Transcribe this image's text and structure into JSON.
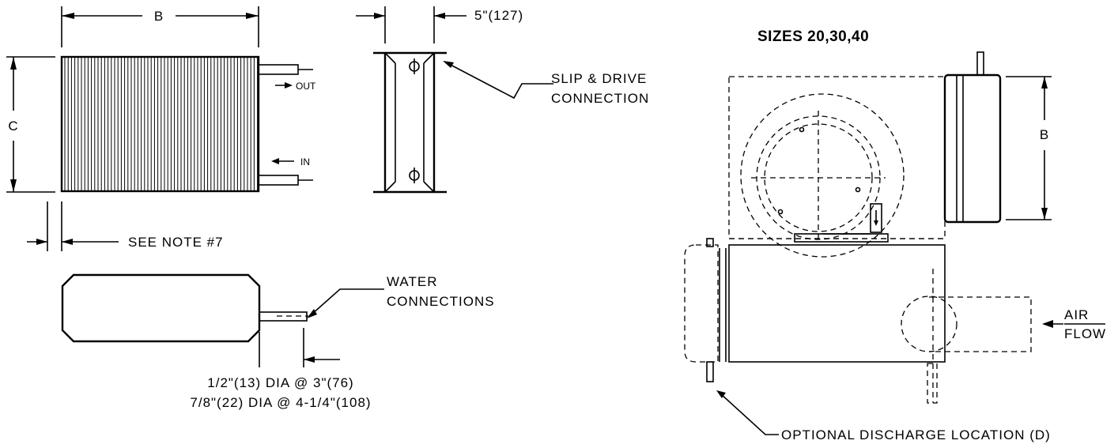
{
  "coil_front": {
    "dim_width_label": "B",
    "dim_height_label": "C",
    "outlet_label": "OUT",
    "inlet_label": "IN",
    "note_label": "SEE NOTE #7"
  },
  "coil_side": {
    "depth_label": "5\"(127)",
    "connection_label_line1": "SLIP & DRIVE",
    "connection_label_line2": "CONNECTION"
  },
  "coil_top": {
    "water_label_line1": "WATER",
    "water_label_line2": "CONNECTIONS",
    "spec_line1": "1/2\"(13) DIA @ 3\"(76)",
    "spec_line2": "7/8\"(22) DIA @ 4-1/4\"(108)"
  },
  "unit_view": {
    "title": "SIZES 20,30,40",
    "dim_b_label": "B",
    "air_label_line1": "AIR",
    "air_label_line2": "FLOW",
    "discharge_label": "OPTIONAL DISCHARGE LOCATION (D)"
  }
}
